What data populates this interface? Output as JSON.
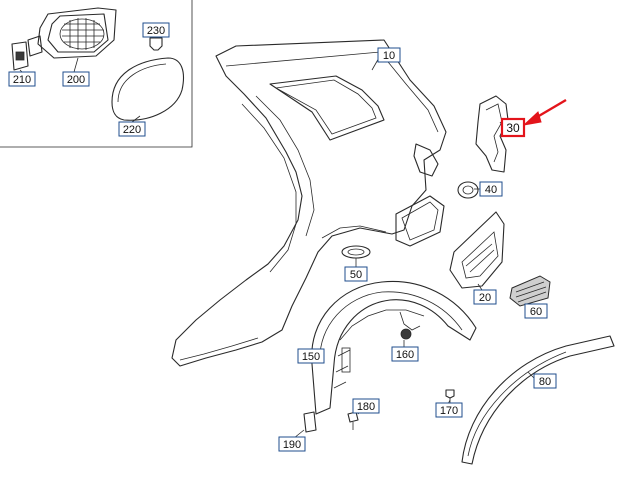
{
  "callouts": {
    "c10": "10",
    "c20": "20",
    "c30": "30",
    "c40": "40",
    "c50": "50",
    "c60": "60",
    "c80": "80",
    "c150": "150",
    "c160": "160",
    "c170": "170",
    "c180": "180",
    "c190": "190",
    "c200": "200",
    "c210": "210",
    "c220": "220",
    "c230": "230"
  },
  "highlight": {
    "part": "30",
    "color": "#e3141b"
  },
  "colors": {
    "callout_border": "#1f4e8c",
    "line": "#2a2a2a"
  }
}
